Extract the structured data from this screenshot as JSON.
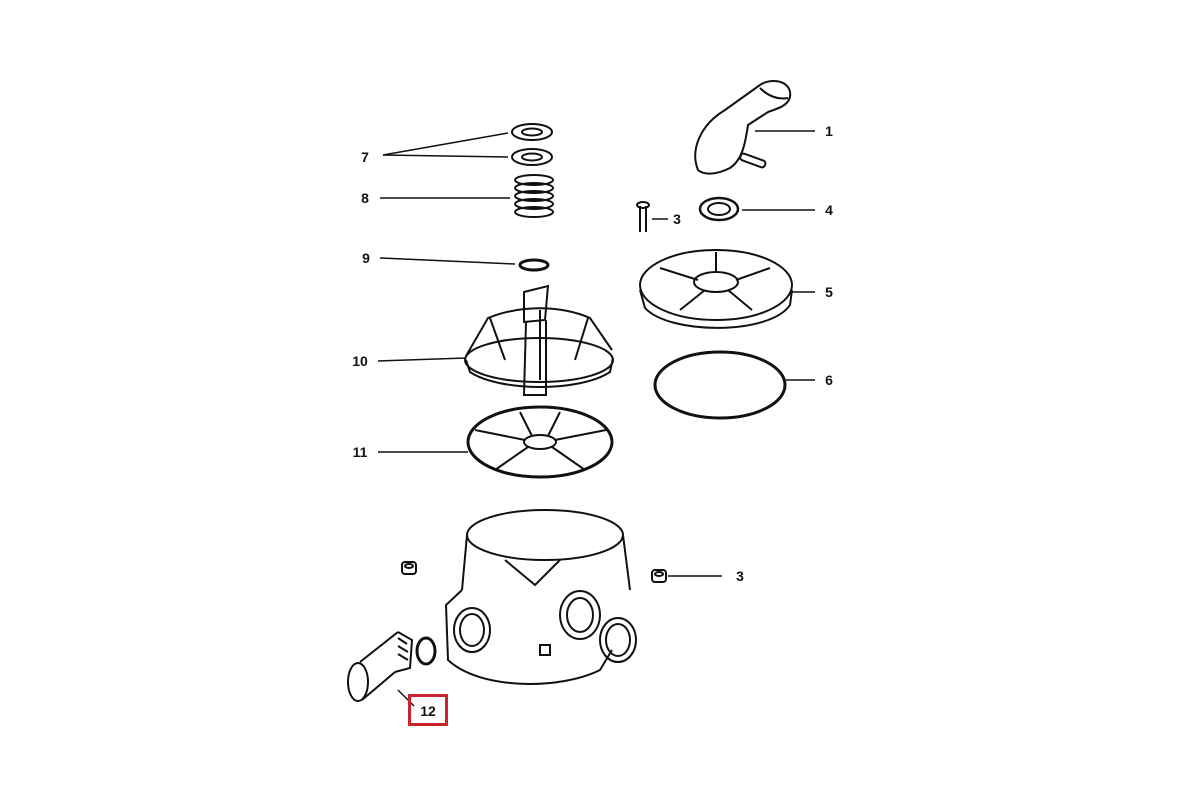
{
  "diagram": {
    "labels": {
      "p1": "1",
      "p3a": "3",
      "p4": "4",
      "p5": "5",
      "p6": "6",
      "p7": "7",
      "p8": "8",
      "p9": "9",
      "p10": "10",
      "p11": "11",
      "p3b": "3",
      "p12": "12"
    },
    "highlight_color": "#c8242c"
  }
}
